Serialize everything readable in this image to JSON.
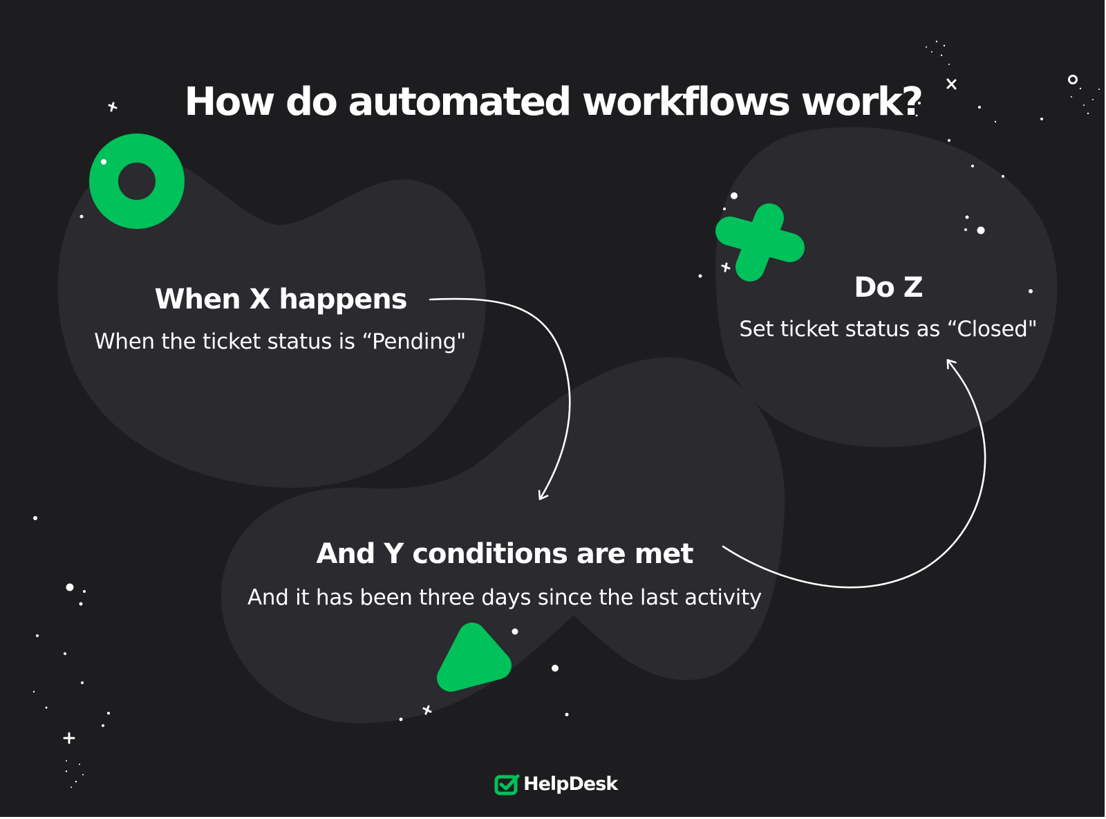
{
  "title": "How do automated workflows work?",
  "nodes": [
    {
      "heading": "When X happens",
      "text": "When the ticket status is “Pending\""
    },
    {
      "heading": "And Y conditions are met",
      "text": "And it has been three days since the last activity"
    },
    {
      "heading": "Do Z",
      "text": "Set ticket status as “Closed\""
    }
  ],
  "brand": {
    "name": "HelpDesk"
  },
  "colors": {
    "background": "#1d1d20",
    "blob": "#2a2a2f",
    "accent": "#00c15a",
    "text": "#ffffff"
  },
  "decorations": {
    "shapes": [
      "ring-icon",
      "plus-icon",
      "triangle-icon"
    ],
    "sparkles": "star-sparkle-icon"
  }
}
